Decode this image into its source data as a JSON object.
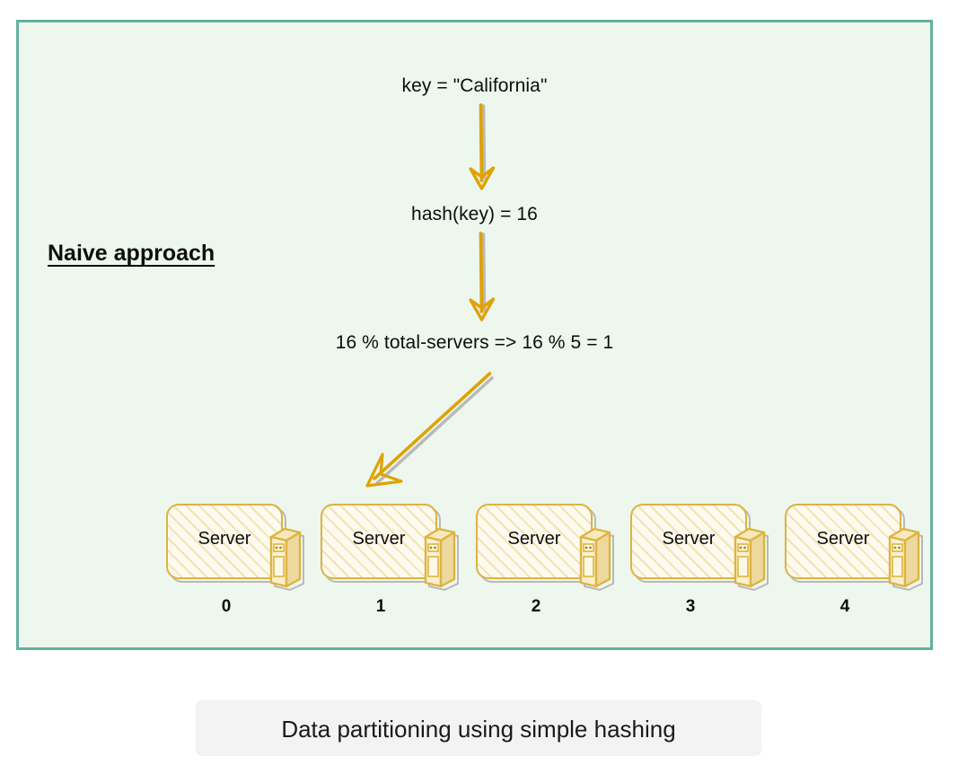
{
  "frame": {
    "border_color": "#64b0a0",
    "background_color": "#edf7ed"
  },
  "heading": {
    "label": "Naive approach"
  },
  "flow": {
    "key_line": "key = \"California\"",
    "hash_line": "hash(key) = 16",
    "modulo_line": "16 % total-servers => 16 % 5 = 1"
  },
  "arrows": {
    "stroke_color": "#dfa206",
    "shadow_color": "#b9b9b9",
    "key_to_hash": "arrow-down-key-to-hash",
    "hash_to_modulo": "arrow-down-hash-to-modulo",
    "modulo_to_server": "arrow-diagonal-modulo-to-server-1"
  },
  "servers": {
    "label": "Server",
    "box_border_color": "#dcb441",
    "box_fill_color": "#fdf6e0",
    "nodes": [
      {
        "label": "Server",
        "index": "0"
      },
      {
        "label": "Server",
        "index": "1"
      },
      {
        "label": "Server",
        "index": "2"
      },
      {
        "label": "Server",
        "index": "3"
      },
      {
        "label": "Server",
        "index": "4"
      }
    ]
  },
  "caption": {
    "text": "Data partitioning using simple hashing",
    "background_color": "#f3f3f3"
  }
}
